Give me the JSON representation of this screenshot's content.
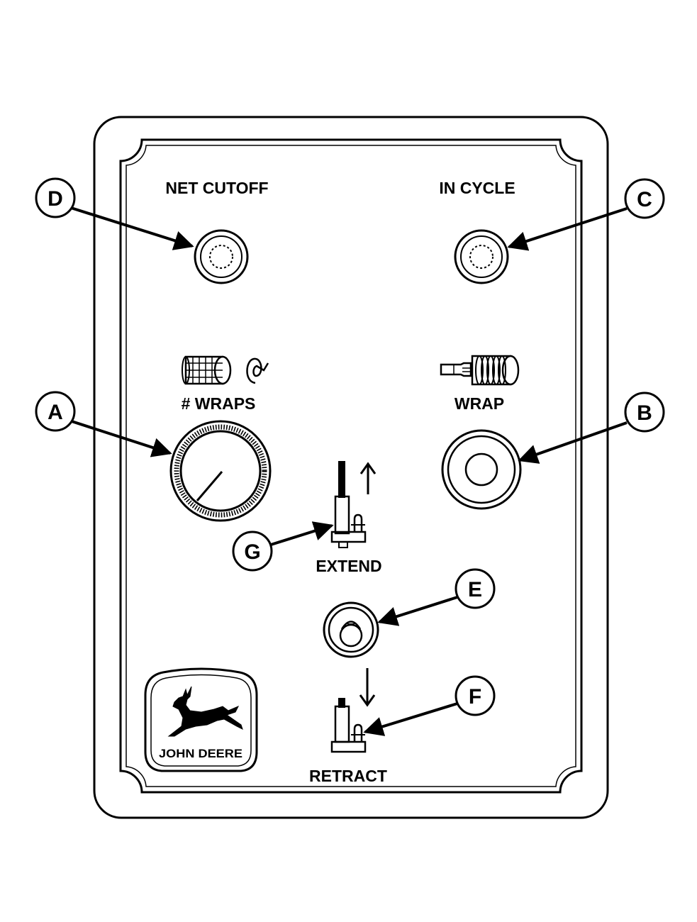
{
  "colors": {
    "ink": "#000000",
    "paper": "#ffffff"
  },
  "panel_labels": {
    "net_cutoff": "NET CUTOFF",
    "in_cycle": "IN CYCLE",
    "wraps": "# WRAPS",
    "wrap": "WRAP",
    "extend": "EXTEND",
    "retract": "RETRACT"
  },
  "callouts": {
    "a": "A",
    "b": "B",
    "c": "C",
    "d": "D",
    "e": "E",
    "f": "F",
    "g": "G"
  },
  "logo": {
    "brand": "JOHN DEERE",
    "icon": "leaping-deer-icon"
  },
  "icons": {
    "wraps_symbol": "net-roll-spiral-icon",
    "wrap_symbol": "hand-press-roll-icon",
    "extend_symbol": "cylinder-extend-icon",
    "retract_symbol": "cylinder-retract-icon",
    "extend_arrow": "arrow-up-icon",
    "retract_arrow": "arrow-down-icon"
  }
}
